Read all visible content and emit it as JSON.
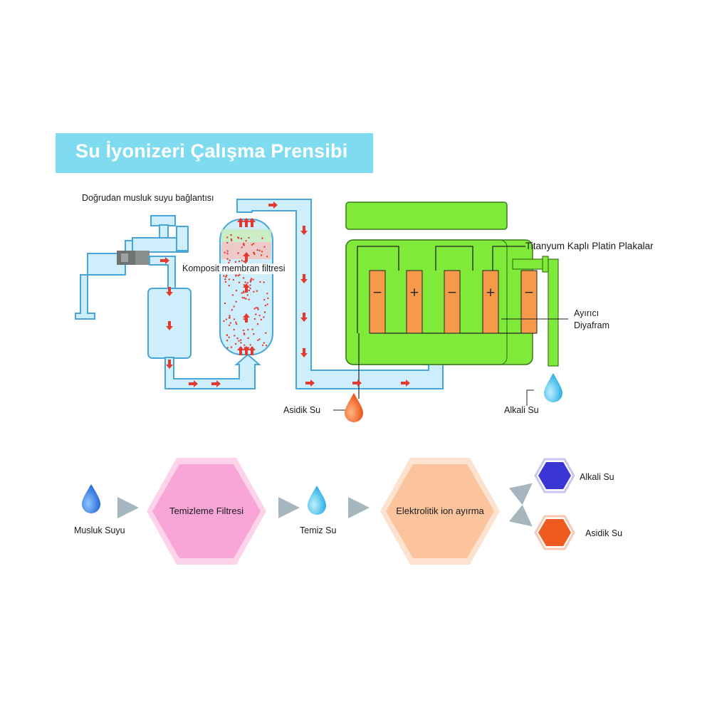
{
  "title": "Su İyonizeri Çalışma Prensibi",
  "labels": {
    "tap_connection": "Doğrudan musluk suyu bağlantısı",
    "composite_filter": "Komposit membran filtresi",
    "titanium_plates": "Titanyum Kaplı Platin Plakalar",
    "separator_line1": "Ayırıcı",
    "separator_line2": "Diyafram",
    "acidic_water": "Asidik Su",
    "alkaline_water": "Alkali Su"
  },
  "electrodes": [
    "−",
    "+",
    "−",
    "+",
    "−"
  ],
  "flow": {
    "tap_water": "Musluk Suyu",
    "filter_step": "Temizleme Filtresi",
    "clean_water": "Temiz Su",
    "electrolysis_step": "Elektrolitik ion ayırma",
    "alkaline_out": "Alkali Su",
    "acidic_out": "Asidik Su"
  },
  "colors": {
    "banner": "#7fdcf0",
    "pipe_fill": "#cdeefa",
    "pipe_stroke": "#48a6d9",
    "arrow": "#e23a2e",
    "tank_green": "#80ea3a",
    "electrode": "#f59a4a",
    "filter_hex": "#f8a5d8",
    "electrolysis_hex": "#fbc49d",
    "alkaline_hex": "#3a36d6",
    "acidic_hex": "#ef5a1f",
    "drop_blue": "#2e84e0",
    "drop_cyan": "#3cc0ea",
    "drop_orange": "#f05a1a"
  }
}
